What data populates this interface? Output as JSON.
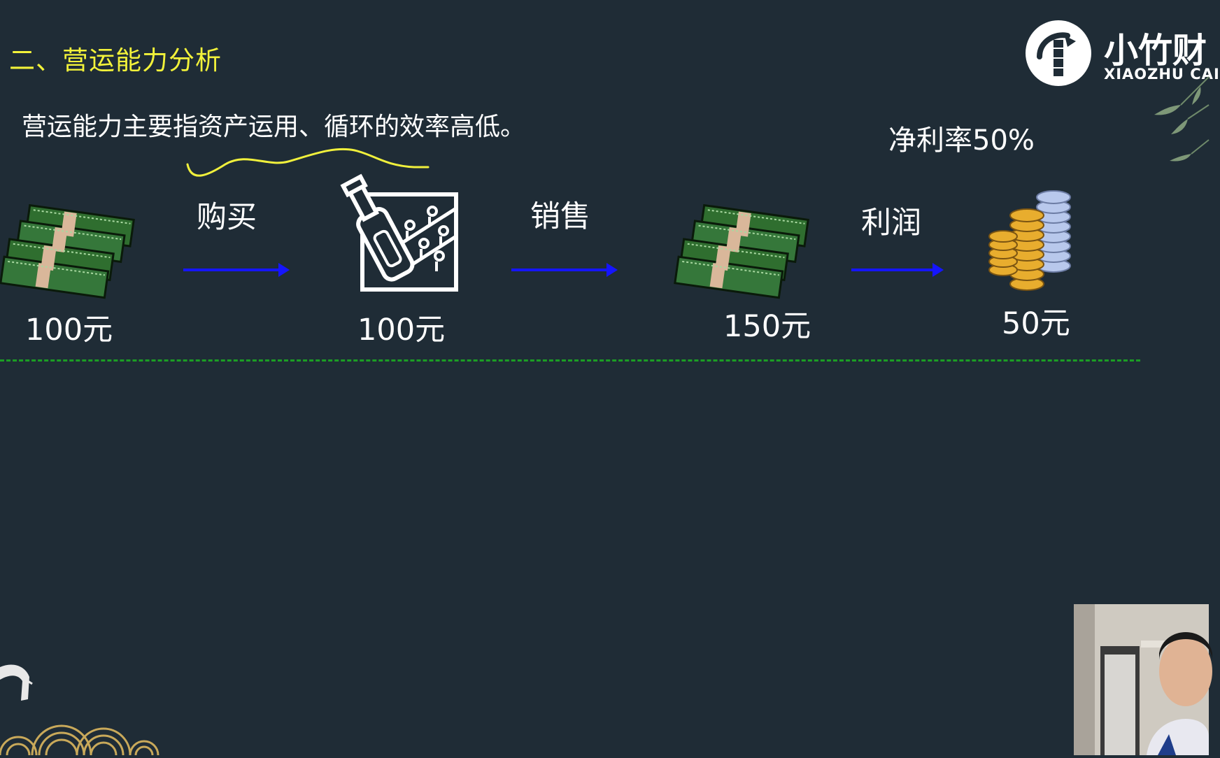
{
  "slide": {
    "section_title": "二、营运能力分析",
    "definition": "营运能力主要指资产运用、循环的效率高低。",
    "annotation": "净利率50%"
  },
  "logo": {
    "name": "小竹财",
    "subtitle": "XIAOZHU CAI"
  },
  "flow": {
    "step1_label": "购买",
    "step2_label": "销售",
    "step3_label": "利润",
    "cash_amount": "100元",
    "goods_amount": "100元",
    "sales_amount": "150元",
    "profit_amount": "50元"
  },
  "icons": {
    "cash": "cash-stack-icon",
    "goods": "bottle-goods-icon",
    "coins": "coin-stack-icon",
    "logo": "bamboo-logo-icon"
  },
  "colors": {
    "background": "#1f2c36",
    "title": "#f2f23a",
    "arrow": "#1515ff",
    "divider": "#1b9d24",
    "highlight": "#f0f03c"
  }
}
